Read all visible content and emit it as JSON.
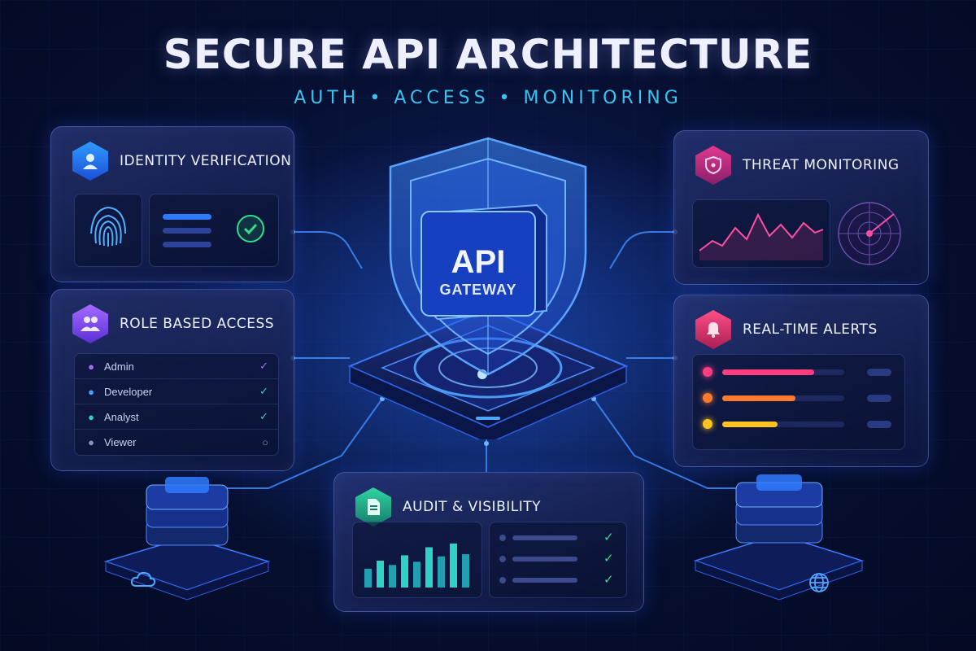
{
  "header": {
    "title": "SECURE API ARCHITECTURE",
    "subtitle": "AUTH • ACCESS • MONITORING"
  },
  "gateway": {
    "line1": "API",
    "line2": "GATEWAY"
  },
  "panels": {
    "identity": {
      "title": "IDENTITY VERIFICATION",
      "icon": "user-icon",
      "status": "check-icon"
    },
    "roles": {
      "title": "ROLE BASED ACCESS",
      "icon": "users-icon",
      "rows": [
        {
          "name": "Admin",
          "checked": true,
          "color": "#a56bff"
        },
        {
          "name": "Developer",
          "checked": true,
          "color": "#3fa9ff"
        },
        {
          "name": "Analyst",
          "checked": true,
          "color": "#2fd1c7"
        },
        {
          "name": "Viewer",
          "checked": false,
          "color": "#8a93c4"
        }
      ]
    },
    "threat": {
      "title": "THREAT MONITORING",
      "icon": "shield-alert-icon"
    },
    "alerts": {
      "title": "REAL-TIME ALERTS",
      "icon": "bell-icon",
      "levels": [
        {
          "color": "#ff3d7f",
          "level": 0.75
        },
        {
          "color": "#ff7a2f",
          "level": 0.6
        },
        {
          "color": "#ffc21f",
          "level": 0.45
        }
      ]
    },
    "audit": {
      "title": "AUDIT & VISIBILITY",
      "icon": "document-icon",
      "bars": [
        0.35,
        0.5,
        0.42,
        0.6,
        0.48,
        0.75,
        0.58,
        0.82,
        0.62
      ],
      "log_rows": 3
    }
  },
  "nodes": {
    "left": "cloud-icon",
    "right": "globe-icon"
  },
  "colors": {
    "accent": "#2f7bff",
    "cyan": "#35c6f0",
    "bg": "#071033"
  }
}
